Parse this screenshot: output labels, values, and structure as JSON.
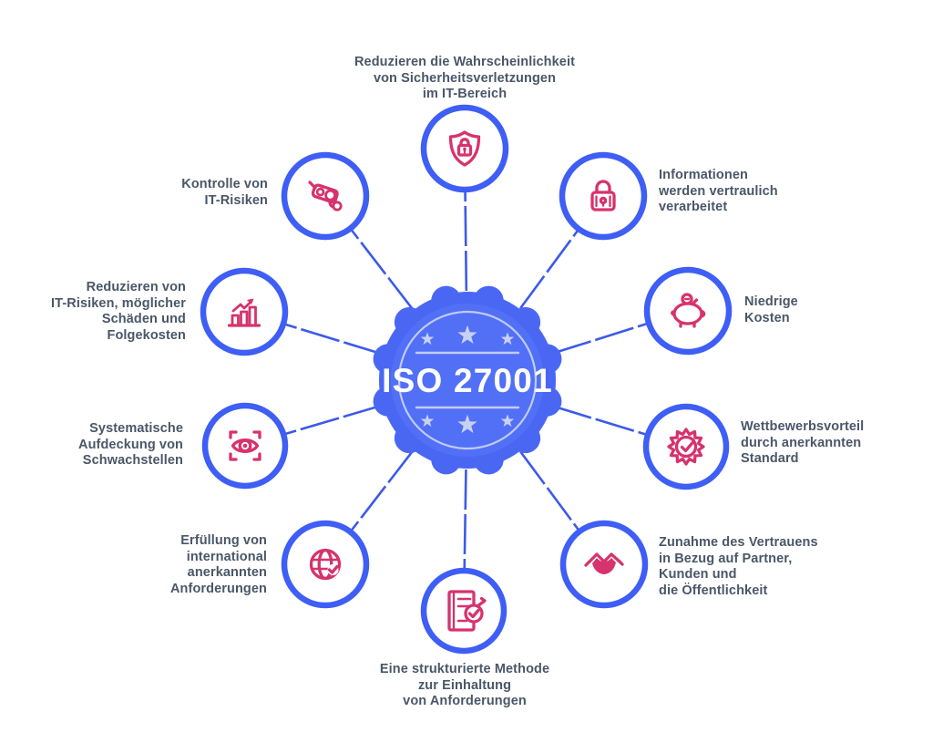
{
  "diagram": {
    "title": "ISO 27001",
    "badge": {
      "text": "ISO 27001",
      "star_count_top": 3,
      "star_count_bottom": 3
    },
    "nodes": [
      {
        "id": "reduce-probability",
        "icon": "shield-lock-icon",
        "label": "Reduzieren die Wahrscheinlichkeit\nvon Sicherheitsverletzungen\nim IT-Bereich"
      },
      {
        "id": "confidential-info",
        "icon": "padlock-icon",
        "label": "Informationen\nwerden vertraulich\nverarbeitet"
      },
      {
        "id": "low-costs",
        "icon": "piggy-bank-icon",
        "label": "Niedrige\nKosten"
      },
      {
        "id": "competitive-advantage",
        "icon": "certified-seal-icon",
        "label": "Wettbewerbsvorteil\ndurch anerkannten\nStandard"
      },
      {
        "id": "trust-increase",
        "icon": "handshake-icon",
        "label": "Zunahme des Vertrauens\nin Bezug auf Partner,\nKunden und\ndie Öffentlichkeit"
      },
      {
        "id": "structured-method",
        "icon": "clipboard-check-icon",
        "label": "Eine strukturierte Methode\nzur Einhaltung\nvon Anforderungen"
      },
      {
        "id": "international-reqs",
        "icon": "globe-check-icon",
        "label": "Erfüllung von\ninternational\nanerkannten\nAnforderungen"
      },
      {
        "id": "weakness-detection",
        "icon": "eye-scan-icon",
        "label": "Systematische\nAufdeckung von\nSchwachstellen"
      },
      {
        "id": "reduce-risks",
        "icon": "chart-growth-icon",
        "label": "Reduzieren von\nIT-Risiken, möglicher\nSchäden und\nFolgekosten"
      },
      {
        "id": "risk-control",
        "icon": "cctv-camera-icon",
        "label": "Kontrolle von\nIT-Risiken"
      }
    ],
    "colors": {
      "node_ring_blue": "#3e5ef5",
      "connector_blue": "#3c5ae9",
      "icon_pink": "#d6336c",
      "badge_light_blue": "#4a67f4",
      "badge_dark_blue": "#2c3de2",
      "badge_star": "#c9d1f3",
      "label_text": "#4a5768"
    }
  }
}
